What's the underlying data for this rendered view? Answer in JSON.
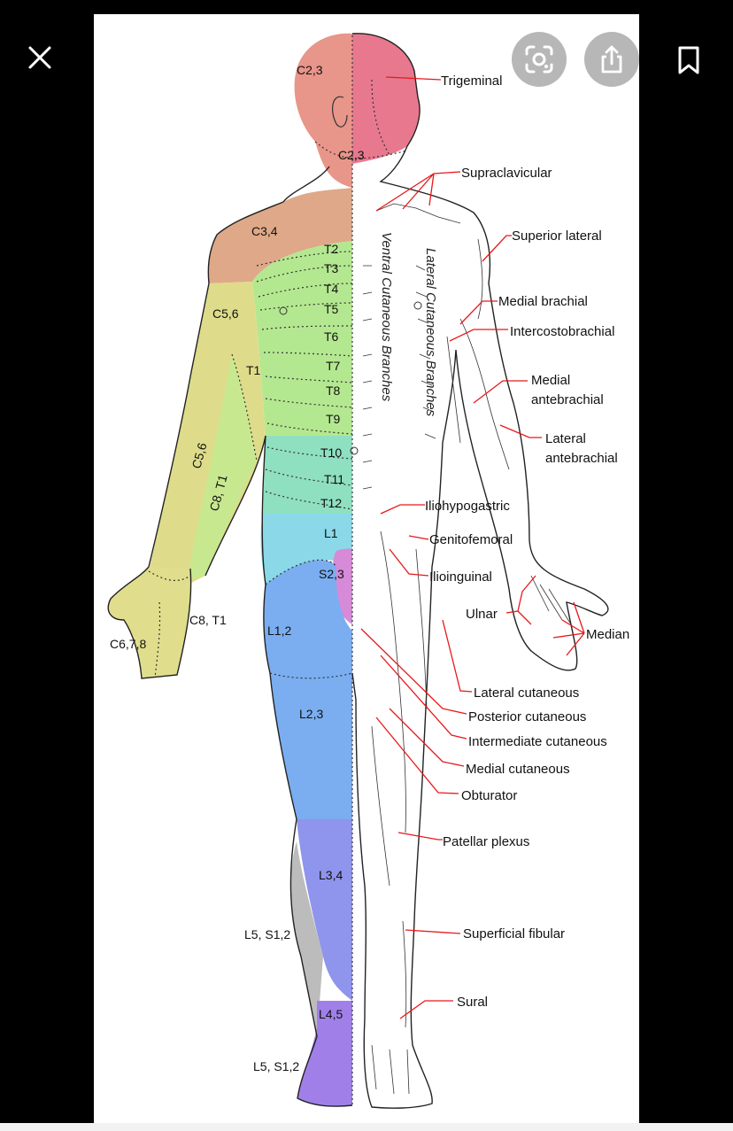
{
  "toolbar": {
    "close_icon": "close-icon",
    "lens_icon": "lens-icon",
    "share_icon": "share-icon",
    "bookmark_icon": "bookmark-icon"
  },
  "colors": {
    "background": "#000000",
    "head_dermatome": "#e8788e",
    "neck_dermatome": "#e8958a",
    "shoulder_dermatome": "#dfa888",
    "thoracic_dermatome": "#b4e890",
    "abdomen_dermatome": "#8fe0c0",
    "arm_dermatome": "#dedc8a",
    "hip_dermatome": "#8ad8e8",
    "thigh_dermatome": "#7aaef0",
    "leg_dermatome": "#8f94ec",
    "foot_dermatome": "#a080e8",
    "sacral_dermatome": "#d68ad8",
    "lateral_leg": "#bcbcbc",
    "nerve_leader": "#e8181c"
  },
  "dermatome_labels": {
    "c23_head": "C2,3",
    "c23_neck": "C2,3",
    "c34": "C3,4",
    "t2": "T2",
    "t3": "T3",
    "t4": "T4",
    "t5": "T5",
    "t6": "T6",
    "t7": "T7",
    "t8": "T8",
    "t9": "T9",
    "t10": "T10",
    "t11": "T11",
    "t12": "T12",
    "t1": "T1",
    "c56_arm": "C5,6",
    "c56_forearm": "C5,6",
    "c8t1_forearm": "C8, T1",
    "c8t1_hand": "C8, T1",
    "c678": "C6,7,8",
    "l1": "L1",
    "s23": "S2,3",
    "l12": "L1,2",
    "l23": "L2,3",
    "l34": "L3,4",
    "l5s12_upper": "L5, S1,2",
    "l45": "L4,5",
    "l5s12_lower": "L5, S1,2"
  },
  "vertical_labels": {
    "ventral": "Ventral Cutaneous Branches",
    "lateral": "Lateral Cutaneous Branches"
  },
  "nerve_labels": {
    "trigeminal": "Trigeminal",
    "supraclavicular": "Supraclavicular",
    "superior_lateral": "Superior lateral",
    "medial_brachial": "Medial brachial",
    "intercostobrachial": "Intercostobrachial",
    "medial_antebrachial_1": "Medial",
    "medial_antebrachial_2": "antebrachial",
    "lateral_antebrachial_1": "Lateral",
    "lateral_antebrachial_2": "antebrachial",
    "iliohypogastric": "Iliohypogastric",
    "genitofemoral": "Genitofemoral",
    "ilioinguinal": "Ilioinguinal",
    "ulnar": "Ulnar",
    "median": "Median",
    "lateral_cutaneous": "Lateral cutaneous",
    "posterior_cutaneous": "Posterior cutaneous",
    "intermediate_cutaneous": "Intermediate cutaneous",
    "medial_cutaneous": "Medial cutaneous",
    "obturator": "Obturator",
    "patellar_plexus": "Patellar plexus",
    "superficial_fibular": "Superficial fibular",
    "sural": "Sural"
  }
}
